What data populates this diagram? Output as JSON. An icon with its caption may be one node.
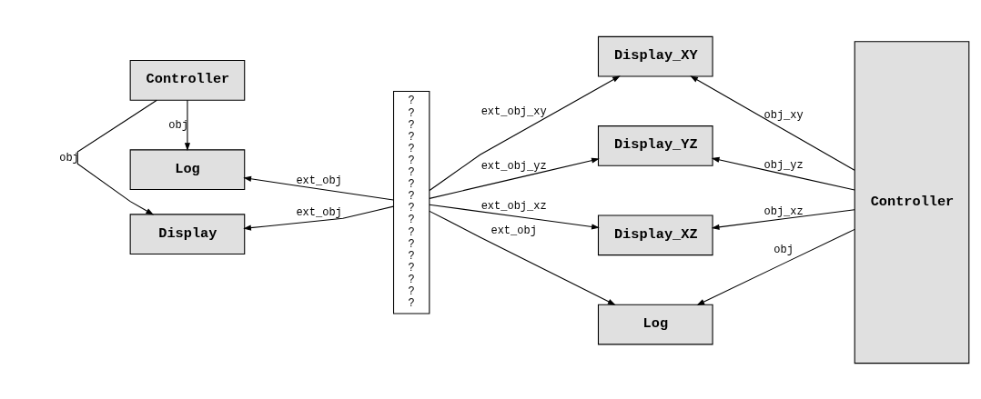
{
  "diagram": {
    "nodes": [
      {
        "text": [
          "Display"
        ]
      },
      {
        "text": [
          "Controller"
        ]
      },
      {
        "text": [
          "Log"
        ]
      },
      {
        "text": [
          "? ? ? ? ? ? ? ? ? ? ? ? ? ? ? ? ? ?"
        ]
      },
      {
        "text": [
          "Display_XY"
        ]
      },
      {
        "text": [
          "Display_YZ"
        ]
      },
      {
        "text": [
          "Display_XZ"
        ]
      },
      {
        "text": [
          "Log"
        ]
      },
      {
        "text": [
          "Controller"
        ]
      }
    ],
    "edges": [
      {
        "from": 1,
        "to": 0,
        "arrow": "to",
        "label": "obj"
      },
      {
        "from": 1,
        "to": 2,
        "arrow": "to",
        "label": "obj"
      },
      {
        "from": 3,
        "to": 0,
        "arrow": "to",
        "label": "ext_obj"
      },
      {
        "from": 3,
        "to": 2,
        "arrow": "to",
        "label": "ext_obj"
      },
      {
        "from": 3,
        "to": 4,
        "arrow": "to",
        "label": "ext_obj_xy"
      },
      {
        "from": 3,
        "to": 5,
        "arrow": "to",
        "label": "ext_obj_yz"
      },
      {
        "from": 3,
        "to": 6,
        "arrow": "to",
        "label": "ext_obj_xz"
      },
      {
        "from": 3,
        "to": 7,
        "arrow": "to",
        "label": "ext_obj"
      },
      {
        "from": 8,
        "to": 4,
        "arrow": "to",
        "label": "obj_xy"
      },
      {
        "from": 8,
        "to": 5,
        "arrow": "to",
        "label": "obj_yz"
      },
      {
        "from": 8,
        "to": 6,
        "arrow": "to",
        "label": "obj_xz"
      },
      {
        "from": 8,
        "to": 7,
        "arrow": "to",
        "label": "obj"
      }
    ]
  }
}
